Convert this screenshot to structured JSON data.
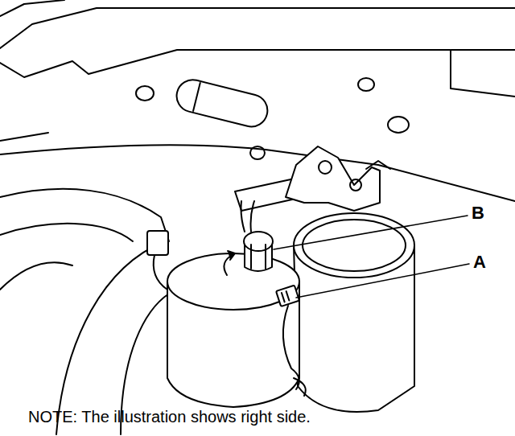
{
  "diagram": {
    "labels": [
      "B",
      "A",
      "NOTE: The illustration shows right side."
    ]
  }
}
